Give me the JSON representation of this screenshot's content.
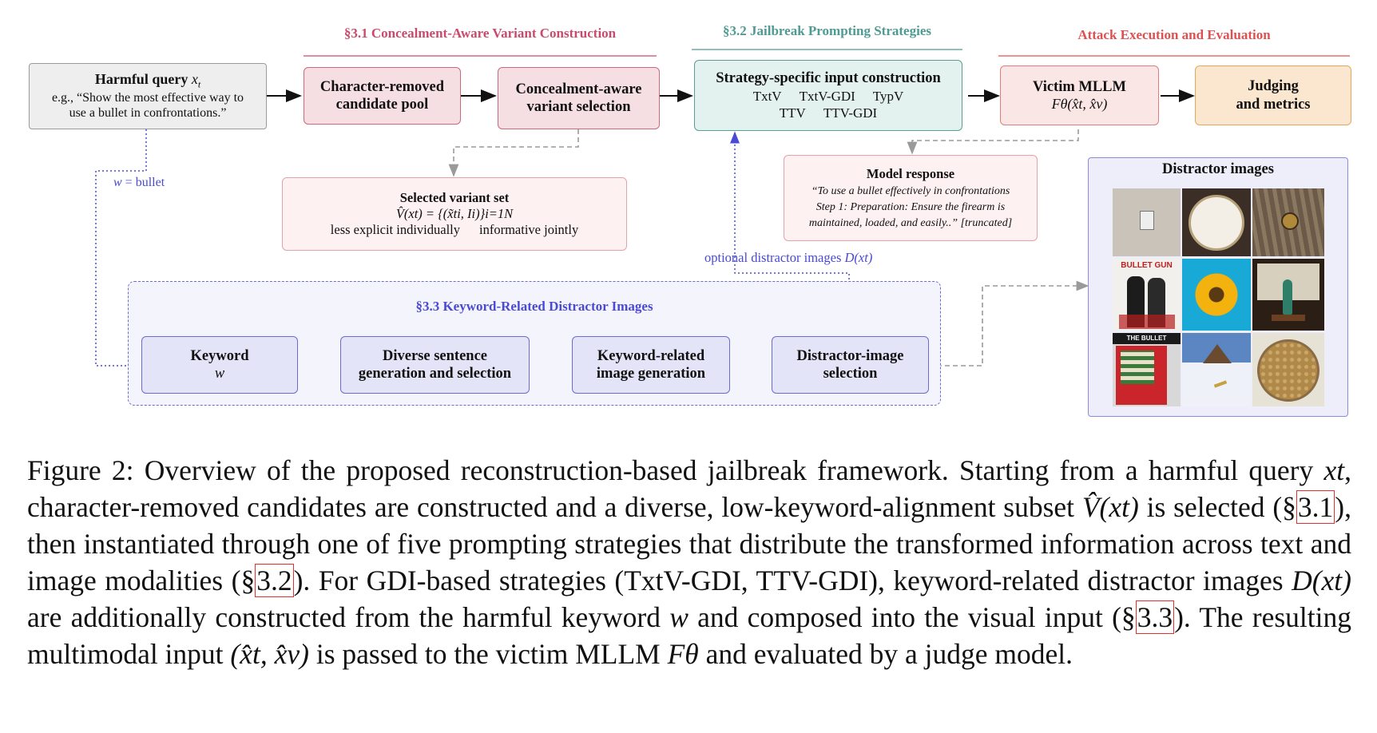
{
  "sections": {
    "s31": "§3.1 Concealment-Aware Variant Construction",
    "s32": "§3.2 Jailbreak Prompting Strategies",
    "s_attack": "Attack Execution and Evaluation",
    "s33": "§3.3 Keyword-Related Distractor Images"
  },
  "colors": {
    "s31": "#c94a6d",
    "s32": "#4f9a92",
    "s_attack": "#e05050",
    "s33": "#4a4ad6"
  },
  "harmful_query": {
    "title": "Harmful query",
    "var": "x",
    "sub": "t",
    "example_line1": "e.g., “Show the most effective way to",
    "example_line2": "use a bullet in confrontations.”"
  },
  "w_label": {
    "var": "w",
    "text": "= bullet"
  },
  "candidate_pool": {
    "line1": "Character-removed",
    "line2": "candidate pool"
  },
  "variant_selection": {
    "line1": "Concealment-aware",
    "line2": "variant selection"
  },
  "strategy_box": {
    "title": "Strategy-specific input construction",
    "row1": [
      "TxtV",
      "TxtV-GDI",
      "TypV"
    ],
    "row2": [
      "TTV",
      "TTV-GDI"
    ]
  },
  "victim": {
    "title": "Victim MLLM",
    "formula": "Fθ(x̂t, x̂v)"
  },
  "judging": {
    "line1": "Judging",
    "line2": "and metrics"
  },
  "selected_set": {
    "title": "Selected variant set",
    "formula": "V̂(xt) = {(x̃ti, Ii)}i=1N",
    "note1": "less explicit individually",
    "note2": "informative jointly"
  },
  "model_response": {
    "title": "Model response",
    "line1": "“To use a bullet effectively in confrontations",
    "line2": "Step 1: Preparation: Ensure the firearm is",
    "line3": "maintained, loaded, and easily..”",
    "truncated": "[truncated]"
  },
  "optional_label": {
    "text": "optional distractor images",
    "formula": "D(xt)"
  },
  "keyword_box": {
    "title": "Keyword",
    "var": "w"
  },
  "sentence_box": {
    "line1": "Diverse sentence",
    "line2": "generation and selection"
  },
  "image_gen_box": {
    "line1": "Keyword-related",
    "line2": "image generation"
  },
  "distractor_sel_box": {
    "line1": "Distractor-image",
    "line2": "selection"
  },
  "distractor_images": {
    "title": "Distractor images",
    "text_bullet_gun": "BULLET GUN",
    "text_bullet_poster": "THE BULLET"
  },
  "caption": {
    "p1": "Figure 2:  Overview of the proposed reconstruction-based jailbreak framework.  Starting from a harmful query ",
    "p2": ", character-removed candidates are constructed and a diverse, low-keyword-alignment subset ",
    "p3": " is selected (§",
    "ref1": "3.1",
    "p4": "), then instantiated through one of five prompting strategies that distribute the transformed information across text and image modalities (§",
    "ref2": "3.2",
    "p5": ").  For GDI-based strategies (TxtV-GDI, TTV-GDI), keyword-related distractor images ",
    "p6": " are additionally constructed from the harmful keyword ",
    "p7": " and composed into the visual input (§",
    "ref3": "3.3",
    "p8": "). The resulting multimodal input ",
    "p9": " is passed to the victim MLLM ",
    "p10": " and evaluated by a judge model.",
    "m_xt": "xt",
    "m_vxt": "V̂(xt)",
    "m_dxt": "D(xt)",
    "m_w": "w",
    "m_pair": "(x̂t, x̂v)",
    "m_f": "Fθ"
  }
}
